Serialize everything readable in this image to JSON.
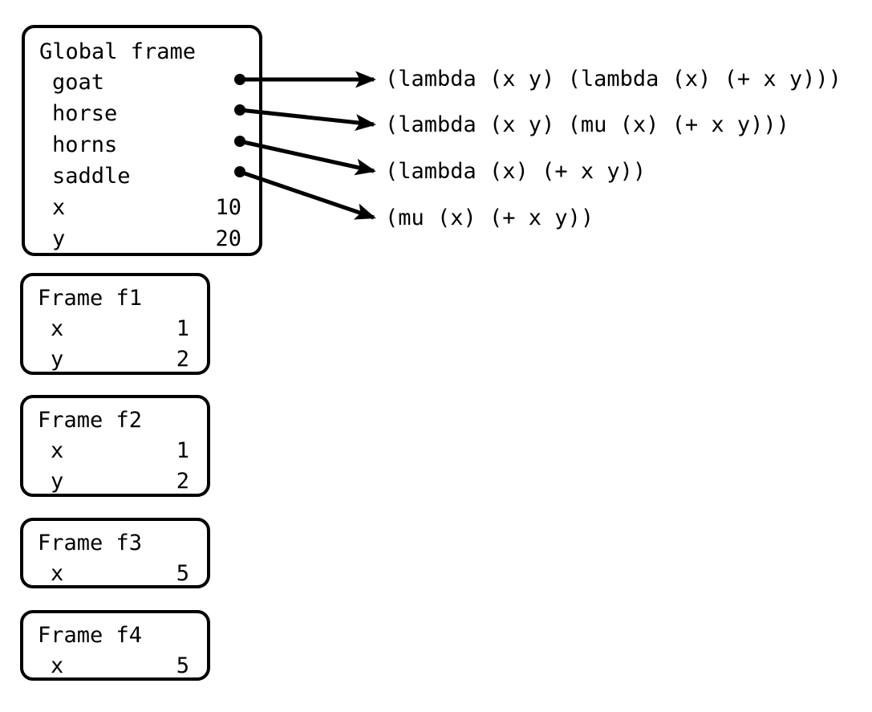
{
  "diagram": {
    "title": "environment-diagram",
    "stroke_color": "#000000",
    "background_color": "#ffffff"
  },
  "global_frame": {
    "title": "Global frame",
    "bindings": [
      {
        "name": "goat",
        "value": "",
        "is_pointer": true
      },
      {
        "name": "horse",
        "value": "",
        "is_pointer": true
      },
      {
        "name": "horns",
        "value": "",
        "is_pointer": true
      },
      {
        "name": "saddle",
        "value": "",
        "is_pointer": true
      },
      {
        "name": "x",
        "value": "10",
        "is_pointer": false
      },
      {
        "name": "y",
        "value": "20",
        "is_pointer": false
      }
    ]
  },
  "frames": [
    {
      "title": "Frame f1",
      "bindings": [
        {
          "name": "x",
          "value": "1"
        },
        {
          "name": "y",
          "value": "2"
        }
      ]
    },
    {
      "title": "Frame f2",
      "bindings": [
        {
          "name": "x",
          "value": "1"
        },
        {
          "name": "y",
          "value": "2"
        }
      ]
    },
    {
      "title": "Frame f3",
      "bindings": [
        {
          "name": "x",
          "value": "5"
        }
      ]
    },
    {
      "title": "Frame f4",
      "bindings": [
        {
          "name": "x",
          "value": "5"
        }
      ]
    }
  ],
  "values": [
    {
      "text": "(lambda (x y) (lambda (x) (+ x y)))",
      "from_binding": "goat"
    },
    {
      "text": "(lambda (x y) (mu (x) (+ x y)))",
      "from_binding": "horse"
    },
    {
      "text": "(lambda (x) (+ x y))",
      "from_binding": "horns"
    },
    {
      "text": "(mu (x) (+ x y))",
      "from_binding": "saddle"
    }
  ]
}
